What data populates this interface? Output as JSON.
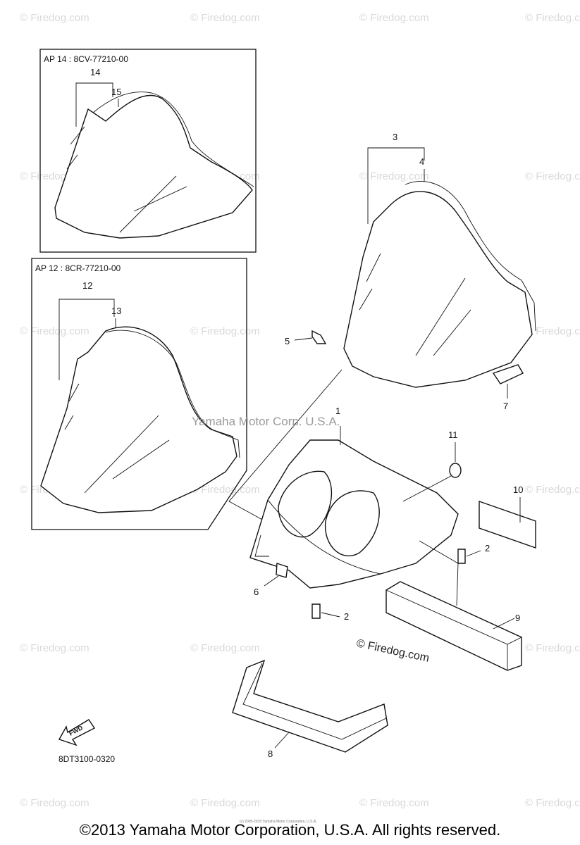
{
  "panels": {
    "upper": {
      "label": "AP  14 : 8CV-77210-00",
      "callouts": [
        "14",
        "15"
      ]
    },
    "lower": {
      "label": "AP  12 : 8CR-77210-00",
      "callouts": [
        "12",
        "13"
      ]
    }
  },
  "callouts": {
    "c1": "1",
    "c2a": "2",
    "c2b": "2",
    "c3": "3",
    "c4": "4",
    "c5": "5",
    "c6": "6",
    "c7": "7",
    "c8": "8",
    "c9": "9",
    "c10": "10",
    "c11": "11"
  },
  "fwd_label": "FWD",
  "diagram_code": "8DT3100-0320",
  "watermarks": {
    "small": "© Firedog.com",
    "center": "Yamaha Motor Corp. U.S.A.",
    "firedog": "© Firedog.com",
    "tiny": "(c) 2005-2015 Yamaha Motor Corporation, U.S.A."
  },
  "copyright": "©2013 Yamaha Motor Corporation, U.S.A. All rights reserved.",
  "colors": {
    "line": "#111111",
    "watermark": "#d9d9d9",
    "background": "#ffffff"
  }
}
